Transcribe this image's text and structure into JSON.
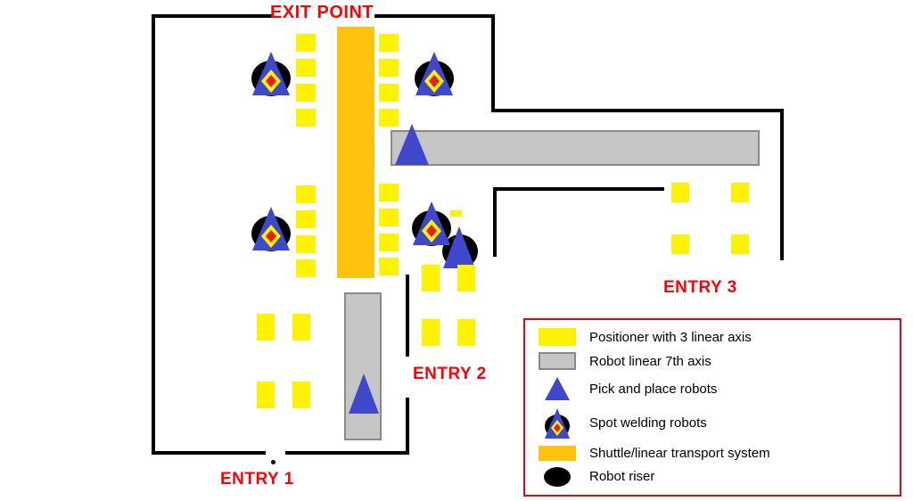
{
  "diagram": {
    "exit_label": "EXIT POINT",
    "entry1_label": "ENTRY 1",
    "entry2_label": "ENTRY 2",
    "entry3_label": "ENTRY 3"
  },
  "legend": {
    "items": [
      {
        "icon": "positioner-swatch",
        "label": "Positioner with 3 linear axis"
      },
      {
        "icon": "linear-7th-axis-swatch",
        "label": "Robot linear 7th axis"
      },
      {
        "icon": "pick-and-place-robot-icon",
        "label": "Pick and place robots"
      },
      {
        "icon": "spot-welding-robot-icon",
        "label": "Spot welding robots"
      },
      {
        "icon": "shuttle-transport-swatch",
        "label": "Shuttle/linear transport system"
      },
      {
        "icon": "robot-riser-icon",
        "label": "Robot riser"
      }
    ]
  },
  "colors": {
    "positioner_yellow": "#FFF200",
    "shuttle_gold": "#FFC20E",
    "robot_blue": "#3F48CC",
    "axis_gray": "#C6C6C6",
    "axis_gray_border": "#8A8A8A",
    "label_red": "#FB0207",
    "legend_border_red": "#E30613",
    "weld_spot_red": "#ED1C24",
    "wall_black": "#000000"
  }
}
